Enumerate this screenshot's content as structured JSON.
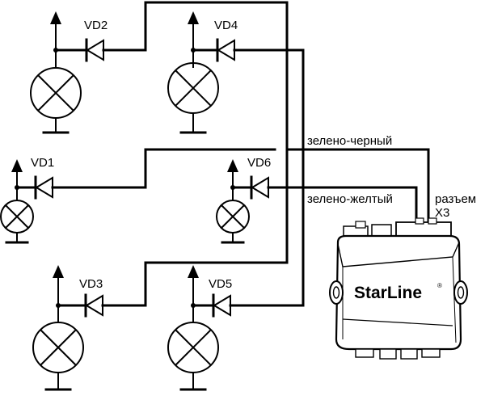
{
  "diodes": [
    {
      "label": "VD2"
    },
    {
      "label": "VD4"
    },
    {
      "label": "VD1"
    },
    {
      "label": "VD6"
    },
    {
      "label": "VD3"
    },
    {
      "label": "VD5"
    }
  ],
  "wires": {
    "green_black": "зелено-черный",
    "green_yellow": "зелено-желтый"
  },
  "connector": {
    "line1": "разъем",
    "line2": "X3"
  },
  "device": {
    "brand": "StarLine",
    "trademark": "®"
  }
}
